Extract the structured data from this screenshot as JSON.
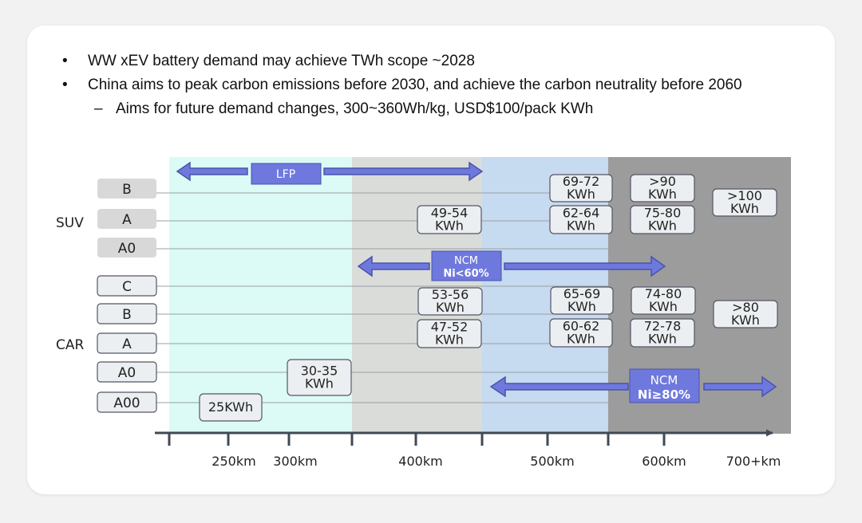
{
  "bullets": [
    {
      "marker": "•",
      "text": "WW xEV battery demand may achieve TWh scope ~2028"
    },
    {
      "marker": "•",
      "text": "China aims to peak carbon emissions before 2030, and achieve the carbon neutrality before 2060"
    },
    {
      "marker": "–",
      "text": "Aims for future demand changes, 300~360Wh/kg, USD$100/pack KWh"
    }
  ],
  "groups": {
    "suv": "SUV",
    "car": "CAR"
  },
  "rows": {
    "suv_b": "B",
    "suv_a": "A",
    "suv_a0": "A0",
    "car_c": "C",
    "car_b": "B",
    "car_a": "A",
    "car_a0": "A0",
    "car_a00": "A00"
  },
  "chemistries": {
    "lfp": {
      "line1": "LFP",
      "line2": ""
    },
    "ncm60": {
      "line1": "NCM",
      "line2": "Ni<60%"
    },
    "ncm80": {
      "line1": "NCM",
      "line2": "Ni≥80%"
    }
  },
  "capacities": {
    "suv_b_69": [
      "69-72",
      "KWh"
    ],
    "suv_b_90": [
      ">90",
      "KWh"
    ],
    "suv_100": [
      ">100",
      "KWh"
    ],
    "suv_a_49": [
      "49-54",
      "KWh"
    ],
    "suv_a_62": [
      "62-64",
      "KWh"
    ],
    "suv_a_75": [
      "75-80",
      "KWh"
    ],
    "car_c_53": [
      "53-56",
      "KWh"
    ],
    "car_c_65": [
      "65-69",
      "KWh"
    ],
    "car_c_74": [
      "74-80",
      "KWh"
    ],
    "car_80": [
      ">80",
      "KWh"
    ],
    "car_a_47": [
      "47-52",
      "KWh"
    ],
    "car_a_60": [
      "60-62",
      "KWh"
    ],
    "car_a_72": [
      "72-78",
      "KWh"
    ],
    "car_a0_30": [
      "30-35",
      "KWh"
    ],
    "car_a00_25": [
      "25KWh",
      ""
    ]
  },
  "axis_ticks": [
    "250km",
    "300km",
    "400km",
    "500km",
    "600km",
    "700+km"
  ],
  "colors": {
    "zone1": "#dcfaf6",
    "zone2": "#d9dcd9",
    "zone3": "#c6daf0",
    "zone4": "#9c9c9c",
    "arrow": "#6f78dd",
    "arrow_edge": "#4a54a8",
    "label_box": "#eceff1"
  }
}
